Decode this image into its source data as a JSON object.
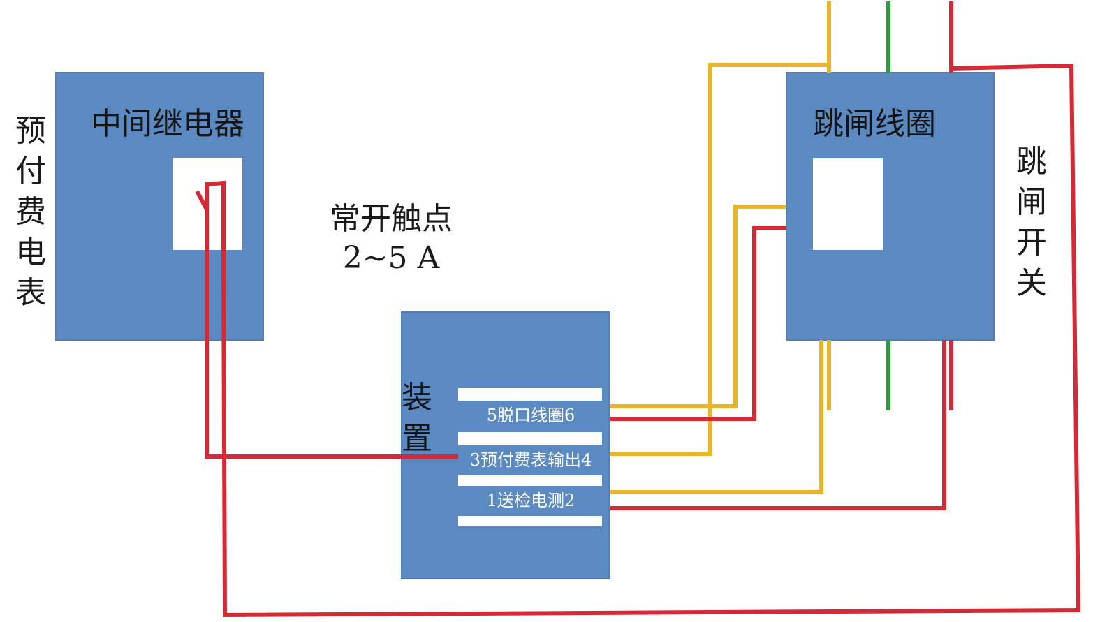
{
  "colors": {
    "box_fill": "#5b8ac2",
    "wire_red": "#d42a35",
    "wire_yellow": "#e8b52a",
    "wire_green": "#2e9c3c",
    "port_text": "#ffffff"
  },
  "meter": {
    "label": [
      "预",
      "付",
      "费",
      "电",
      "表"
    ]
  },
  "relay": {
    "title": "中间继电器"
  },
  "contact": {
    "line1": "常开触点",
    "line2": "2~5 A"
  },
  "device": {
    "label": [
      "装",
      "置"
    ],
    "ports": [
      "5脱口线圈6",
      "3预付费表输出4",
      "1送检电测2"
    ]
  },
  "trip_coil": {
    "title": "跳闸线圈"
  },
  "trip_switch": {
    "label": [
      "跳",
      "闸",
      "开",
      "关"
    ]
  }
}
